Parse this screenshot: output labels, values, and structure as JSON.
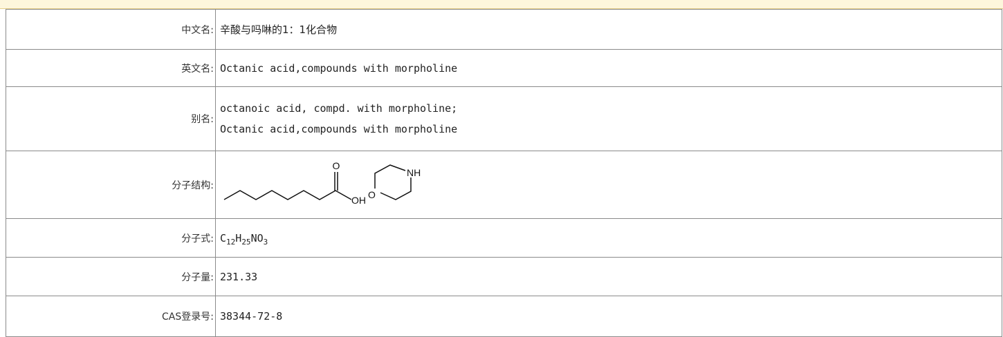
{
  "rows": {
    "chinese_name": {
      "label": "中文名:",
      "value": "辛酸与吗啉的1：1化合物"
    },
    "english_name": {
      "label": "英文名:",
      "value": "Octanic acid,compounds with morpholine"
    },
    "aliases": {
      "label": "别名:",
      "values": [
        "octanoic acid, compd. with morpholine;",
        "Octanic acid,compounds with morpholine"
      ]
    },
    "structure": {
      "label": "分子结构:",
      "atoms": [
        "O",
        "OH",
        "O",
        "NH"
      ]
    },
    "formula": {
      "label": "分子式:",
      "parts": [
        {
          "text": "C",
          "sub": "12"
        },
        {
          "text": "H",
          "sub": "25"
        },
        {
          "text": "NO",
          "sub": "3"
        }
      ]
    },
    "weight": {
      "label": "分子量:",
      "value": "231.33"
    },
    "cas": {
      "label": "CAS登录号:",
      "value": "38344-72-8"
    }
  }
}
